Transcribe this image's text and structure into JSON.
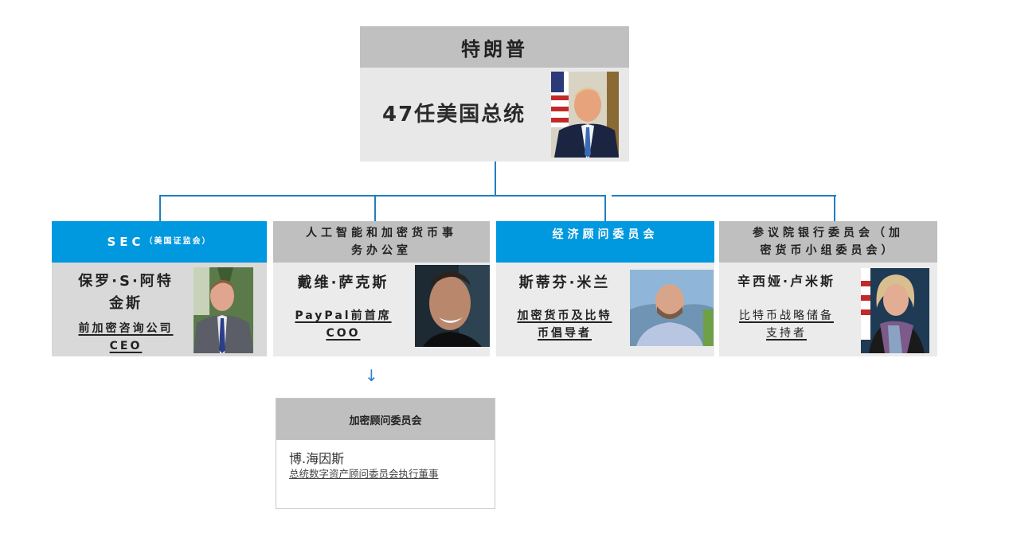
{
  "top": {
    "name": "特朗普",
    "title": "47任美国总统",
    "photo_icon": "portrait-trump"
  },
  "departments": [
    {
      "header_main": "SEC",
      "header_sub": "（美国证监会）",
      "header_color": "#0098de",
      "person_line1": "保罗·S·阿特",
      "person_line2": "金斯",
      "role_line1": "前加密咨询公司",
      "role_line2": "CEO"
    },
    {
      "header_line1": "人工智能和加密货币事",
      "header_line2": "务办公室",
      "header_color": "#bfbfbf",
      "person_line1": "戴维·萨克斯",
      "role_line1": "PayPal前首席",
      "role_line2": "COO"
    },
    {
      "header_line1": "经济顾问委员会",
      "header_color": "#0098de",
      "person_line1": "斯蒂芬·米兰",
      "role_line1": "加密货币及比特",
      "role_line2": "币倡导者"
    },
    {
      "header_line1": "参议院银行委员会（加",
      "header_line2": "密货币小组委员会）",
      "header_color": "#bfbfbf",
      "person_line1": "辛西娅·卢米斯",
      "role_line1": "比特币战略储备",
      "role_line2": "支持者"
    }
  ],
  "advisory": {
    "arrow": "↓",
    "header": "加密顾问委员会",
    "person": "博.海因斯",
    "role": "总统数字资产顾问委员会执行董事"
  },
  "colors": {
    "accent_blue": "#0098de",
    "connector": "#1f7fc0",
    "header_grey": "#bfbfbf",
    "body_grey": "#e8e8e8"
  }
}
